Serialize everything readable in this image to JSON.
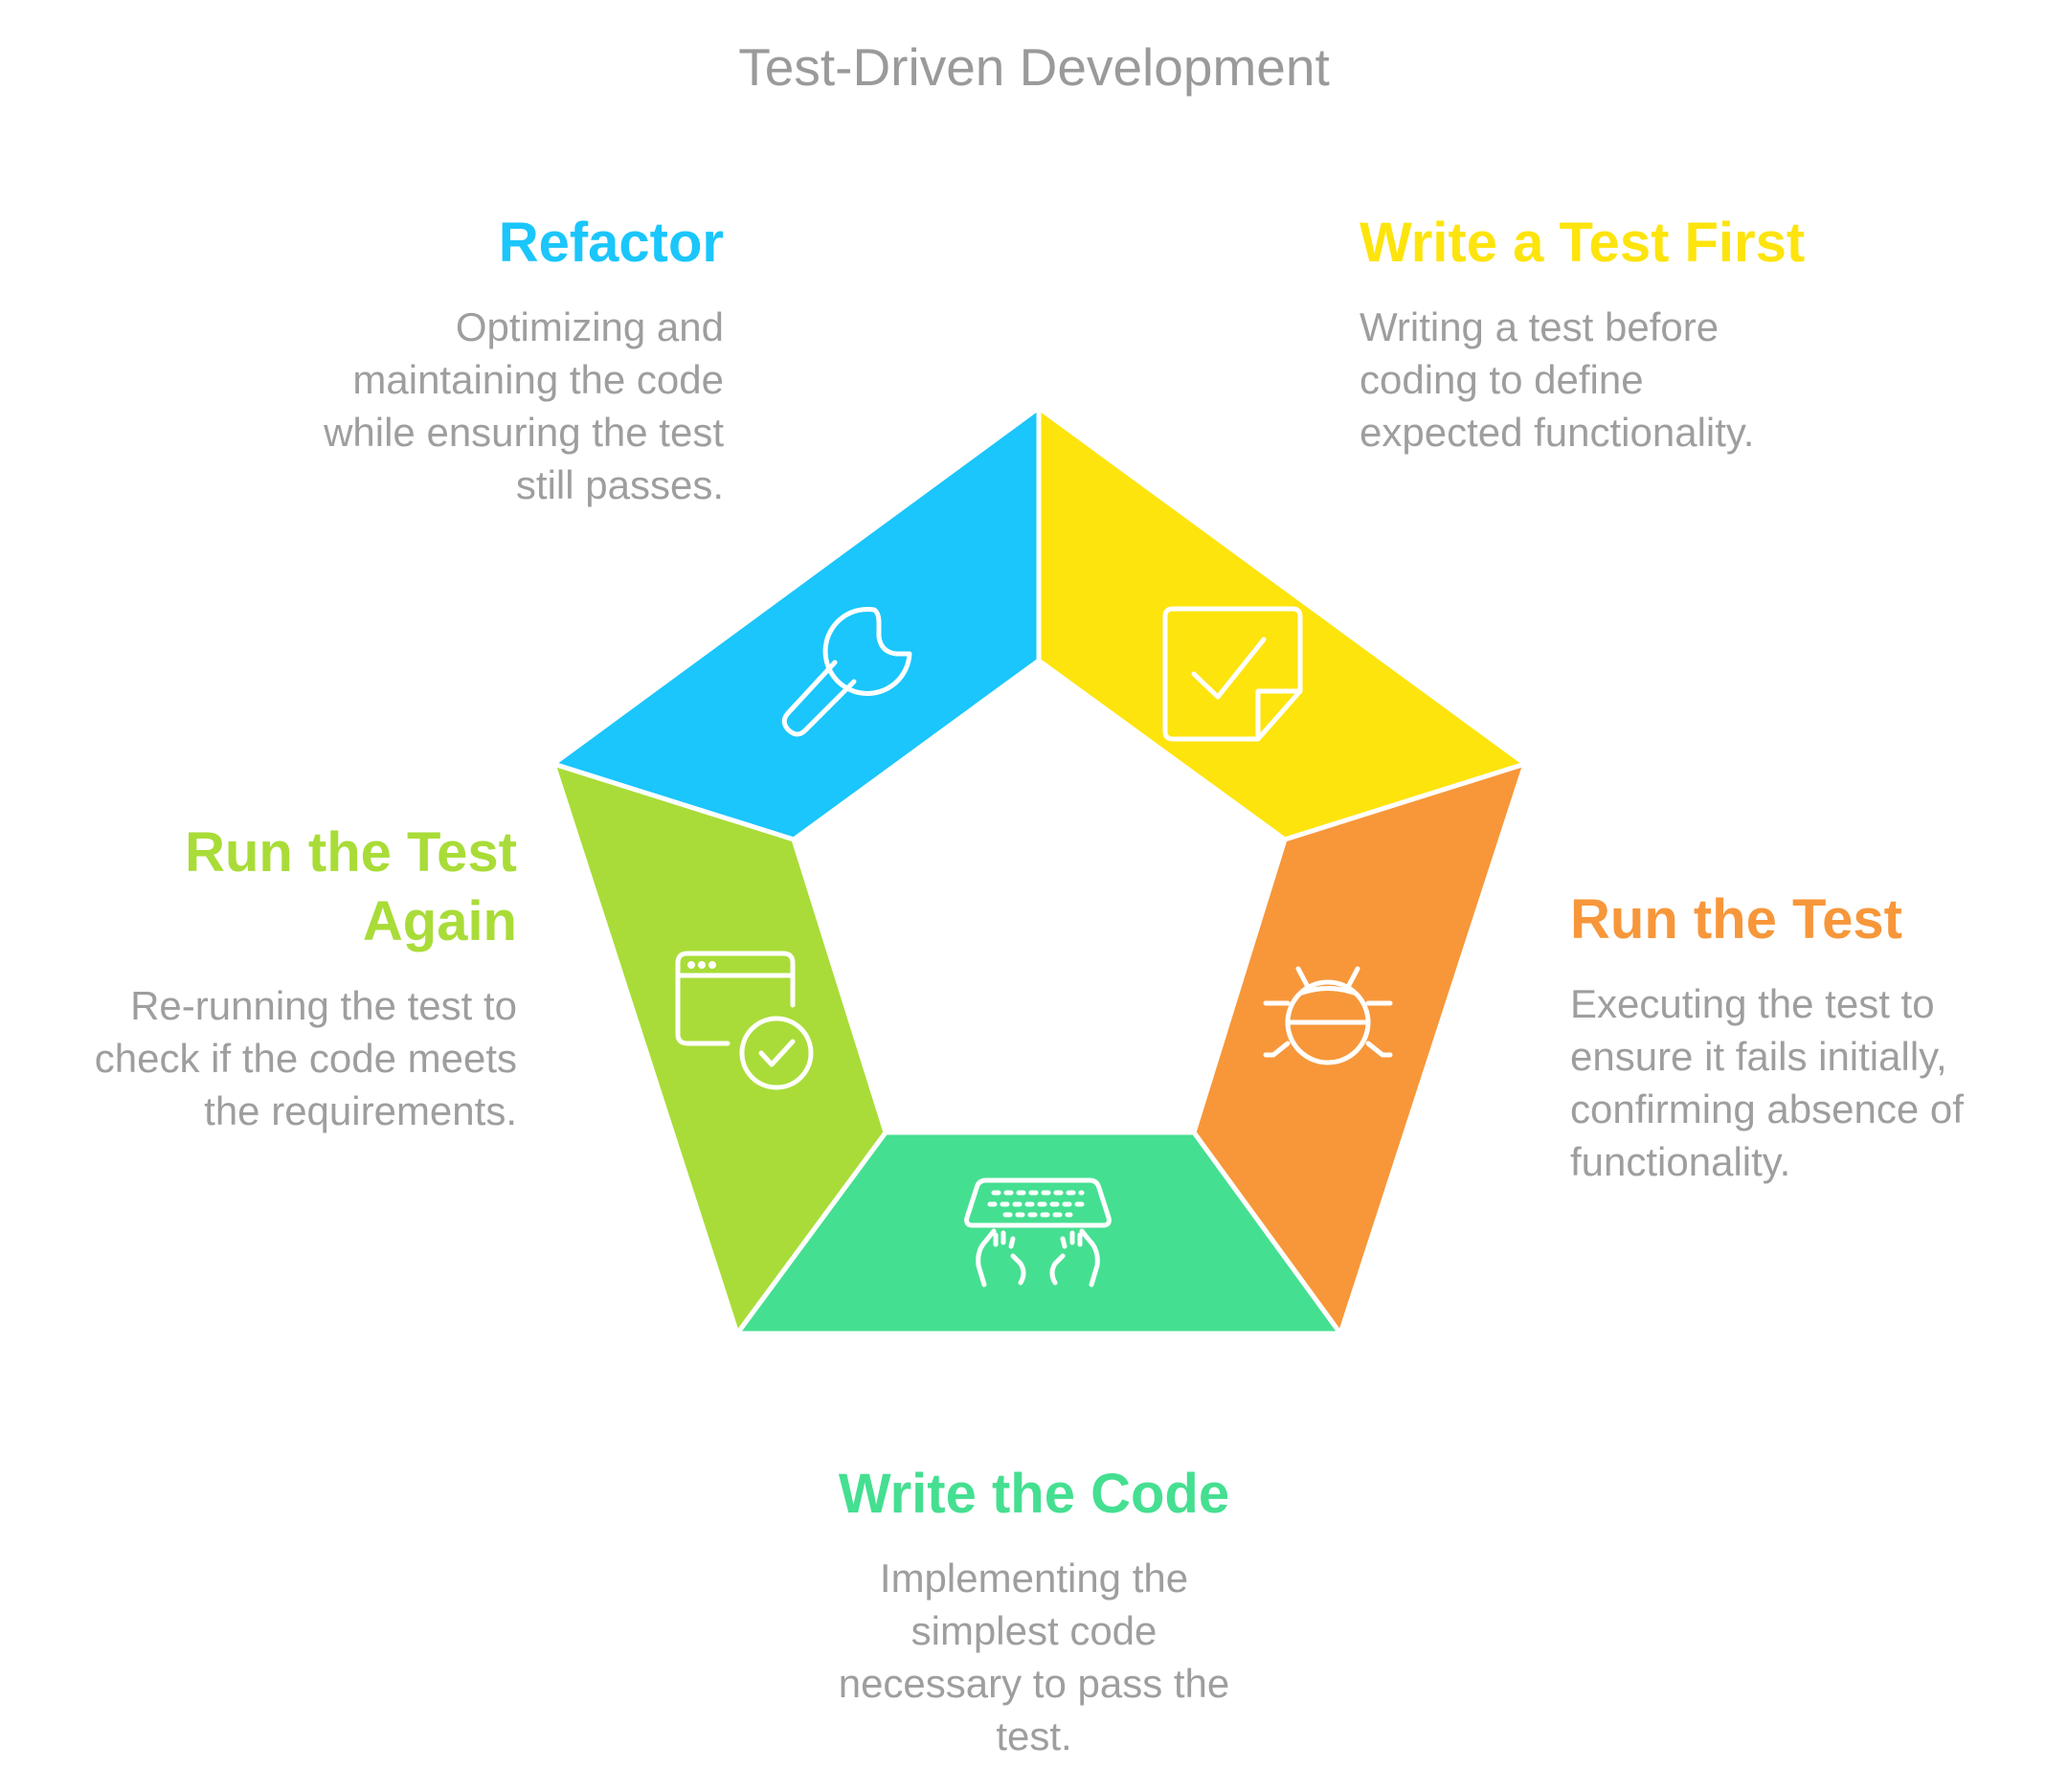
{
  "title": "Test-Driven Development",
  "colors": {
    "refactor": "#1ac6fb",
    "write_test": "#fde40d",
    "run_test": "#f7973a",
    "write_code": "#45df91",
    "run_again": "#a9dc38",
    "text_gray": "#9e9e9e"
  },
  "steps": {
    "refactor": {
      "heading": "Refactor",
      "desc": [
        "Optimizing and",
        "maintaining the code",
        "while ensuring the test",
        "still passes."
      ],
      "icon": "wrench-icon"
    },
    "write_test": {
      "heading": "Write a Test First",
      "desc": [
        "Writing a test before",
        "coding to define",
        "expected functionality."
      ],
      "icon": "checked-document-icon"
    },
    "run_test": {
      "heading": "Run the Test",
      "desc": [
        "Executing the test to",
        "ensure it fails initially,",
        "confirming absence of",
        "functionality."
      ],
      "icon": "bug-icon"
    },
    "write_code": {
      "heading": "Write the Code",
      "desc": [
        "Implementing the",
        "simplest code",
        "necessary to pass the",
        "test."
      ],
      "icon": "keyboard-hands-icon"
    },
    "run_again": {
      "heading_lines": [
        "Run the Test",
        "Again"
      ],
      "desc": [
        "Re-running the test to",
        "check if the code meets",
        "the requirements."
      ],
      "icon": "browser-check-icon"
    }
  }
}
